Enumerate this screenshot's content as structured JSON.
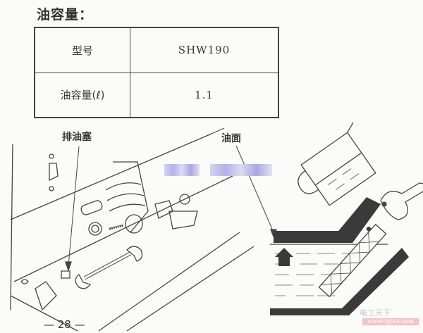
{
  "section_title": "油容量：",
  "spec_table": {
    "rows": [
      {
        "label": "型号",
        "value": "SHW190"
      },
      {
        "label": "油容量(ℓ)",
        "value": "1.1"
      }
    ]
  },
  "callouts": {
    "drain_plug": "排油塞",
    "oil_level": "油面"
  },
  "page_number": "— 28 —",
  "watermark": {
    "text": "电工天下",
    "url": "www.dgtxw.com"
  },
  "colors": {
    "line": "#444444",
    "fill_dark": "#3a3a3a",
    "blur": "#a9aae6"
  }
}
